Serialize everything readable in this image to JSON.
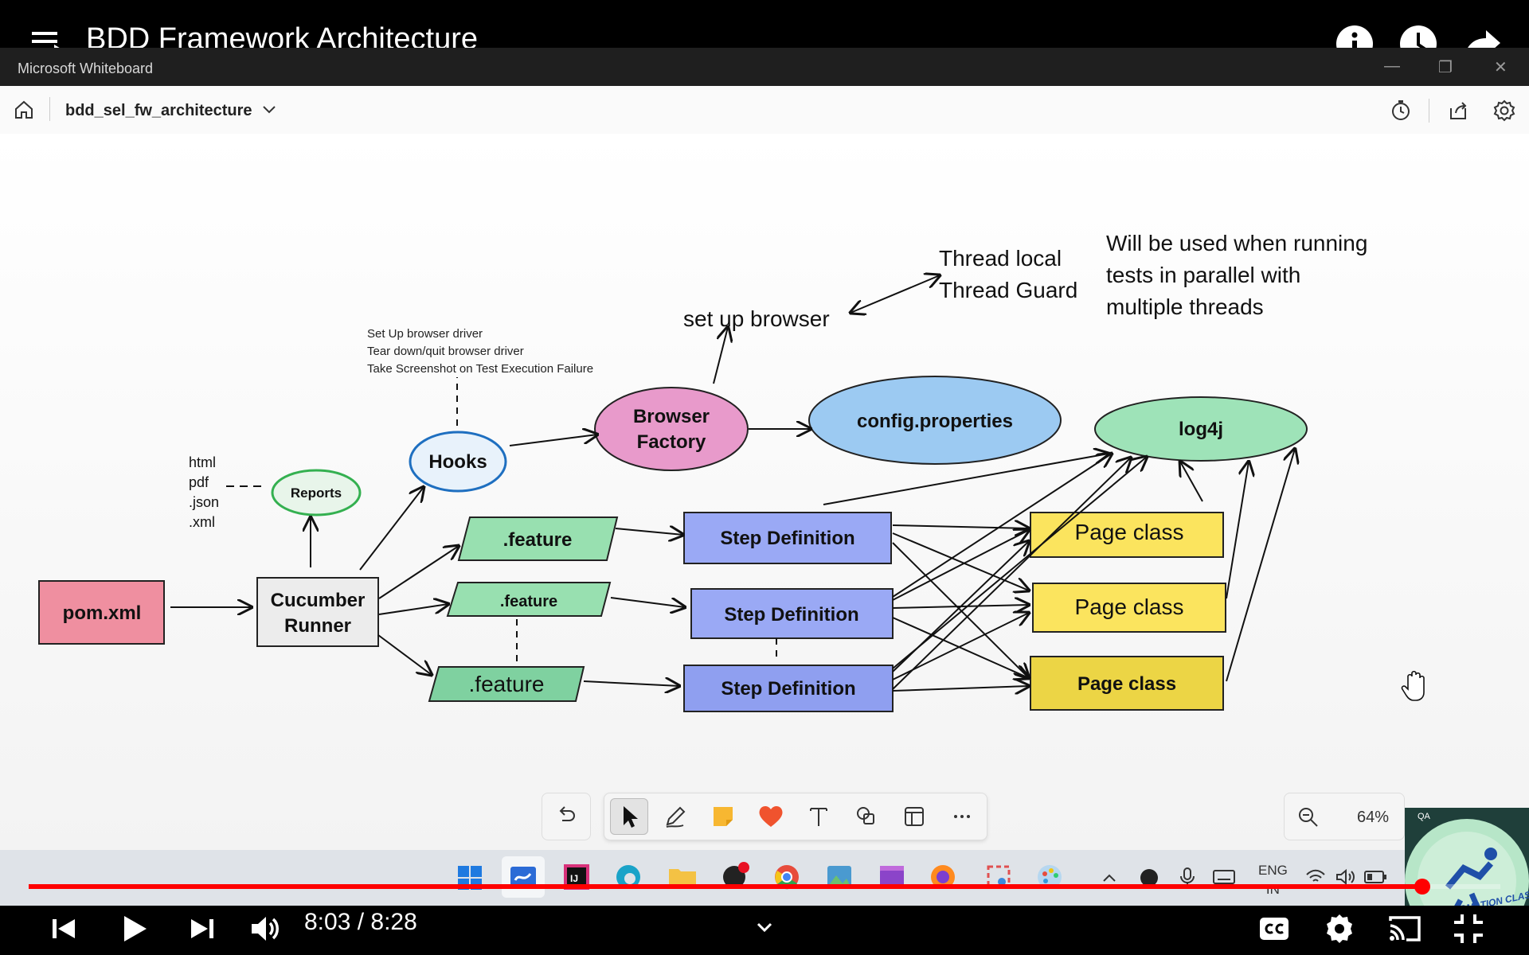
{
  "video": {
    "title": "BDD Framework Architecture",
    "time_display": "8:03 / 8:28",
    "progress": 0.9469,
    "accent_color": "#ff0000"
  },
  "window": {
    "app_name": "Microsoft Whiteboard"
  },
  "toolbar": {
    "file_name": "bdd_sel_fw_architecture"
  },
  "diagram": {
    "pom": "pom.xml",
    "cucumber_line1": "Cucumber",
    "cucumber_line2": "Runner",
    "reports": "Reports",
    "report_formats": [
      "html",
      "pdf",
      ".json",
      ".xml"
    ],
    "hooks": "Hooks",
    "hooks_notes": [
      "Set Up browser driver",
      "Tear down/quit browser driver",
      "Take Screenshot on Test Execution Failure"
    ],
    "browser_factory_line1": "Browser",
    "browser_factory_line2": "Factory",
    "set_up_browser": "set up browser",
    "thread_local": "Thread local",
    "thread_guard": "Thread Guard",
    "parallel_note": [
      "Will be used when running",
      "tests in parallel with",
      "multiple threads"
    ],
    "config": "config.properties",
    "log4j": "log4j",
    "feature": ".feature",
    "step_definition": "Step Definition",
    "page_class": "Page class"
  },
  "zoom": {
    "level": "64%"
  },
  "ime": {
    "line1": "ENG",
    "line2": "IN"
  },
  "badge": {
    "corner_text": "QA",
    "text": "QA AUTOMATION CLASSES"
  }
}
